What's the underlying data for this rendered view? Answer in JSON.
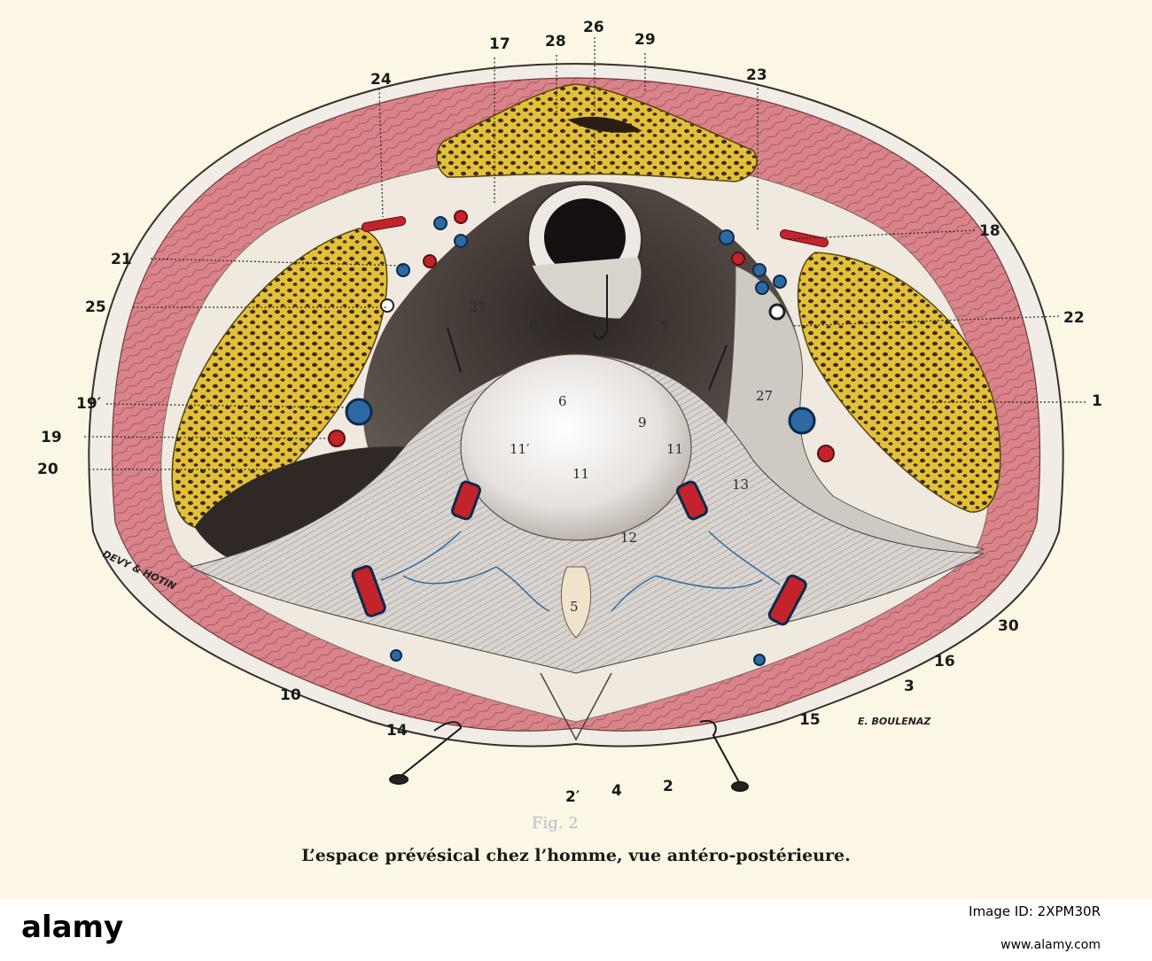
{
  "figure": {
    "caption": "L’espace prévésical chez l’homme, vue antéro-postérieure.",
    "signature_left": "DEVY & HOTIN",
    "signature_right": "E. BOULENAZ",
    "stamp_text": "Fig. 2"
  },
  "labels": [
    "24",
    "17",
    "28",
    "26",
    "29",
    "23",
    "21",
    "25",
    "18",
    "22",
    "19′",
    "19",
    "20",
    "1",
    "10",
    "14",
    "2′",
    "4",
    "2",
    "15",
    "3",
    "16",
    "30"
  ],
  "inner_labels": [
    "27",
    "8",
    "7",
    "27",
    "6",
    "9",
    "11′",
    "11",
    "11",
    "13",
    "12",
    "5"
  ],
  "colors": {
    "bone": "#e3c03a",
    "muscle": "#d8848a",
    "vein": "#2d6aa3",
    "artery": "#c3232b",
    "peritoneum": "#ece8e4",
    "background": "#fbf7e4"
  },
  "watermark": {
    "logo": "alamy",
    "image_id_label": "Image ID: 2XPM30R",
    "site": "www.alamy.com"
  }
}
